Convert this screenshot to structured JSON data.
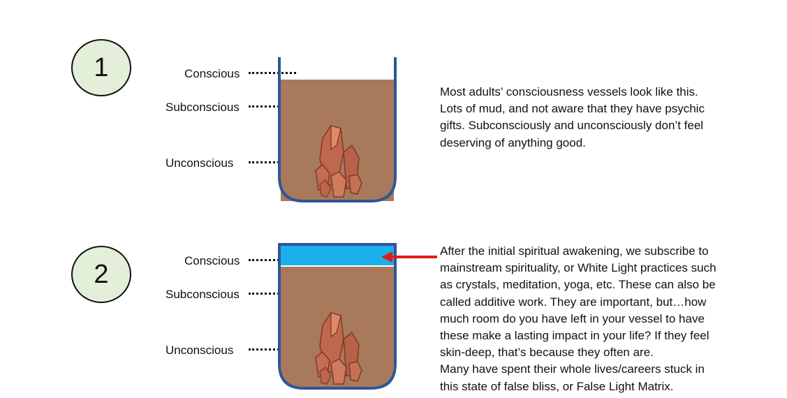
{
  "steps": [
    {
      "number": "1",
      "labels": {
        "conscious": "Conscious",
        "subconscious": "Subconscious",
        "unconscious": "Unconscious"
      },
      "description_lines": [
        "Most adults’ consciousness vessels look like this.",
        "Lots of mud, and not aware that they have psychic",
        "gifts. Subconsciously and unconsciously don’t feel",
        "deserving of anything good."
      ]
    },
    {
      "number": "2",
      "labels": {
        "conscious": "Conscious",
        "subconscious": "Subconscious",
        "unconscious": "Unconscious"
      },
      "description_lines": [
        "After the initial spiritual awakening, we subscribe to",
        "mainstream spirituality, or White Light practices such",
        "as crystals, meditation, yoga, etc. These can also be",
        "called additive work. They are important, but…how",
        "much room do you have left in your vessel to have",
        "these make a lasting impact in your life? If they feel",
        "skin-deep, that’s because they often are.",
        "Many have spent their whole lives/careers stuck in",
        "this state of false bliss, or False Light Matrix."
      ]
    }
  ],
  "colors": {
    "mud": "#a87a5b",
    "light_layer": "#1ab0ec",
    "vessel_outline": "#2f5597",
    "arrow": "#e21b1b",
    "circle_fill": "#e3efd9"
  }
}
